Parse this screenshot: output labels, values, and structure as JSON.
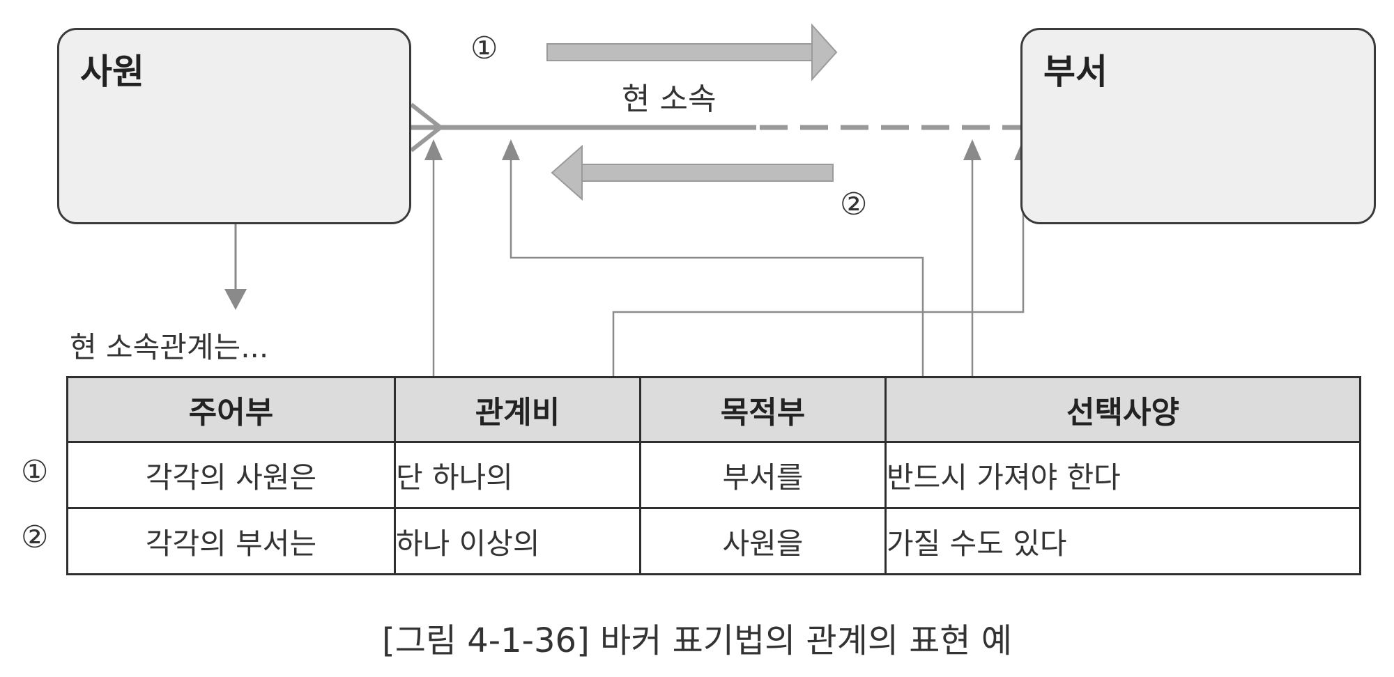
{
  "entities": {
    "employee": "사원",
    "department": "부서"
  },
  "relationship_label": "현 소속",
  "markers": {
    "one": "①",
    "two": "②"
  },
  "note": "현 소속관계는...",
  "table": {
    "headers": [
      "주어부",
      "관계비",
      "목적부",
      "선택사양"
    ],
    "rows": [
      {
        "num": "①",
        "cells": [
          "각각의 사원은",
          "단 하나의",
          "부서를",
          "반드시 가져야 한다"
        ]
      },
      {
        "num": "②",
        "cells": [
          "각각의 부서는",
          "하나 이상의",
          "사원을",
          "가질 수도 있다"
        ]
      }
    ]
  },
  "caption": "[그림 4-1-36] 바커 표기법의 관계의 표현 예"
}
